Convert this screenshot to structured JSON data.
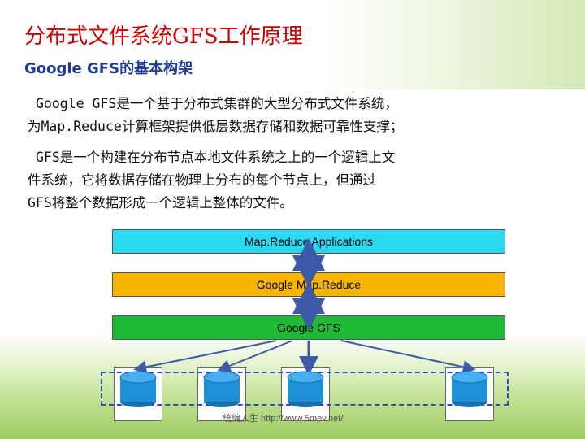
{
  "slide": {
    "title": "分布式文件系统GFS工作原理",
    "subtitle": "Google GFS的基本构架",
    "paragraph1": {
      "line1": "Google GFS是一个基于分布式集群的大型分布式文件系统，",
      "line2": "为Map.Reduce计算框架提供低层数据存储和数据可靠性支撑；"
    },
    "paragraph2": {
      "line1": "GFS是一个构建在分布节点本地文件系统之上的一个逻辑上文",
      "line2": "件系统，它将数据存储在物理上分布的每个节点上，但通过",
      "line3": "GFS将整个数据形成一个逻辑上整体的文件。"
    }
  },
  "diagram": {
    "layers": {
      "applications": "Map.Reduce Applications",
      "mapreduce": "Google Map.Reduce",
      "gfs": "Google GFS"
    },
    "layer_colors": {
      "applications": "#2bd9f0",
      "mapreduce": "#f7b500",
      "gfs": "#1dbb35"
    },
    "node_count": 4,
    "disk_icon": "database-cylinder-icon",
    "disk_color": "#1f8fd6"
  },
  "watermark": "统编人生 http://www.5mev.net/",
  "theme": {
    "title_color": "#cc0000",
    "subtitle_color": "#1f3a93",
    "dashed_border_color": "#2c47c8",
    "arrow_color": "#3c5aa8"
  }
}
